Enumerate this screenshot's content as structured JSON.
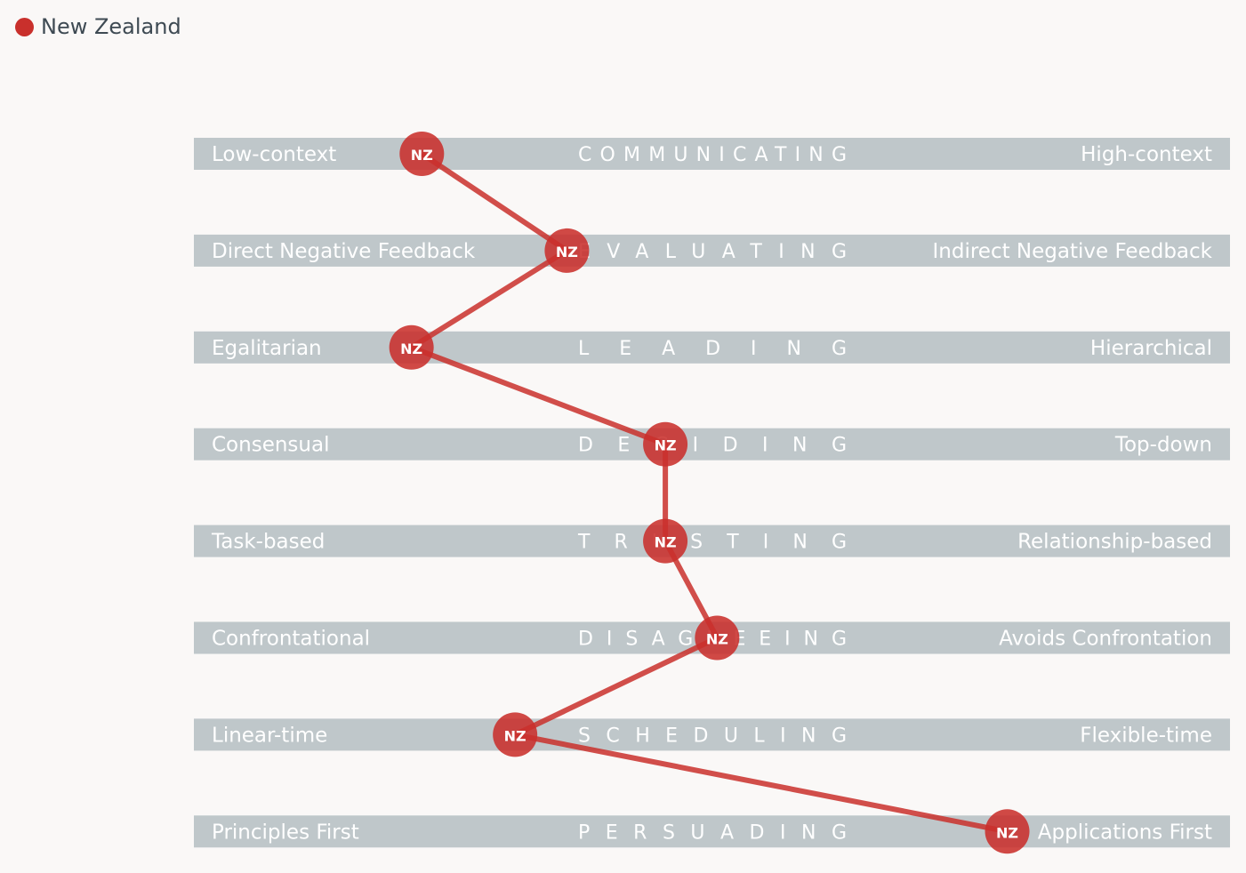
{
  "legend": {
    "label": "New Zealand",
    "color": "#c9302c"
  },
  "chart_data": {
    "type": "line",
    "title": "",
    "x_range": [
      0,
      100
    ],
    "marker_label": "NZ",
    "series": [
      {
        "name": "New Zealand",
        "color": "#c9302c",
        "values": [
          22,
          36,
          21,
          45.5,
          45.5,
          50.5,
          31,
          78.5
        ]
      }
    ],
    "scales": [
      {
        "category": "COMMUNICATING",
        "left": "Low-context",
        "right": "High-context"
      },
      {
        "category": "EVALUATING",
        "left": "Direct Negative Feedback",
        "right": "Indirect Negative Feedback"
      },
      {
        "category": "LEADING",
        "left": "Egalitarian",
        "right": "Hierarchical"
      },
      {
        "category": "DECIDING",
        "left": "Consensual",
        "right": "Top-down"
      },
      {
        "category": "TRUSTING",
        "left": "Task-based",
        "right": "Relationship-based"
      },
      {
        "category": "DISAGREEING",
        "left": "Confrontational",
        "right": "Avoids Confrontation"
      },
      {
        "category": "SCHEDULING",
        "left": "Linear-time",
        "right": "Flexible-time"
      },
      {
        "category": "PERSUADING",
        "left": "Principles First",
        "right": "Applications First"
      }
    ],
    "band_color": "#bfc7ca",
    "grid": false
  }
}
